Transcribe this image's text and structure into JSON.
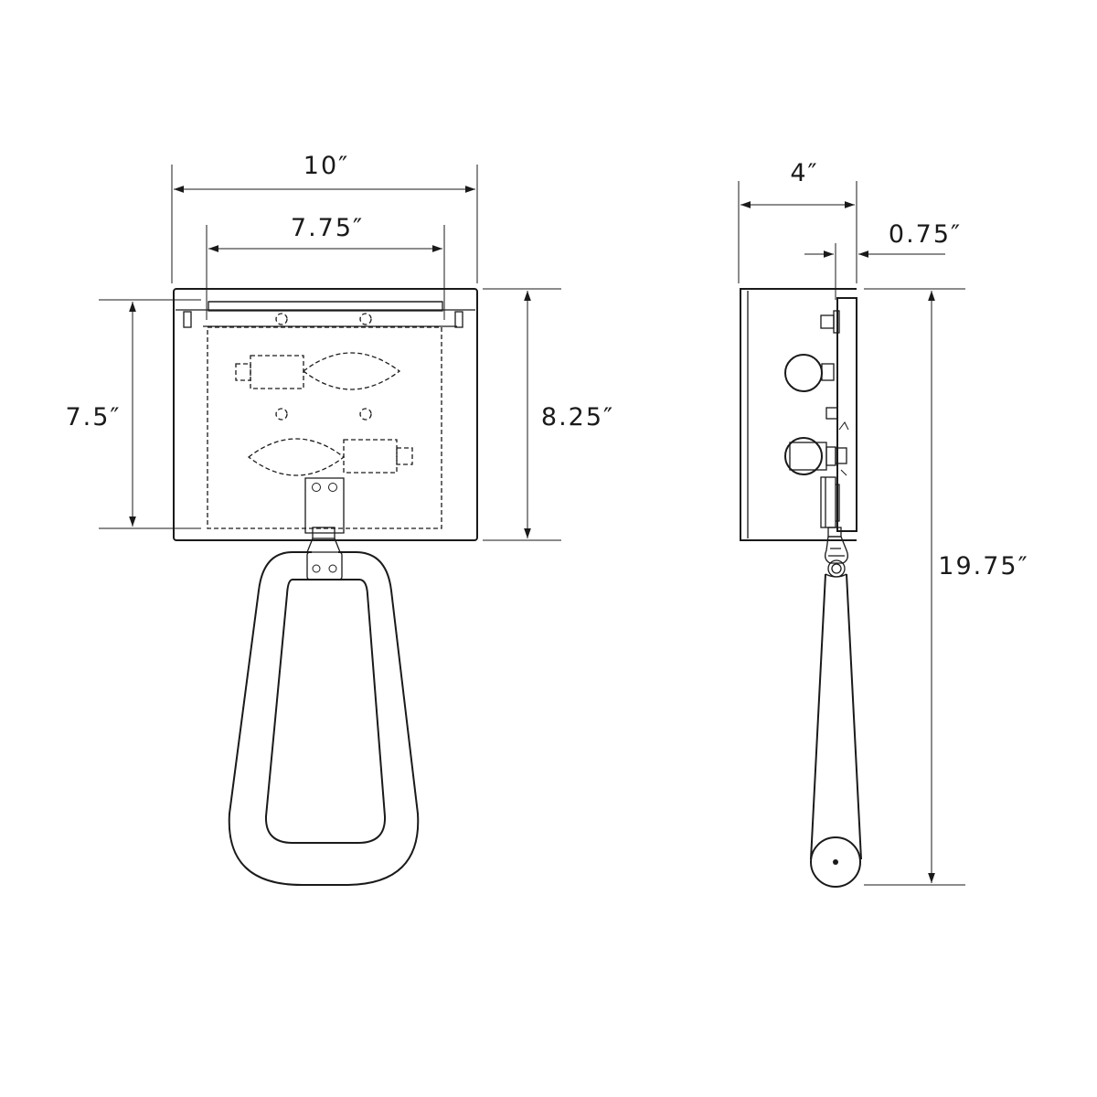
{
  "dimensions": {
    "front_overall_width": "10″",
    "front_inner_width": "7.75″",
    "front_inner_height": "7.5″",
    "front_overall_height": "8.25″",
    "side_depth": "4″",
    "side_plate_thickness": "0.75″",
    "side_overall_height": "19.75″"
  },
  "colors": {
    "line": "#1a1a1a",
    "background": "#ffffff"
  }
}
